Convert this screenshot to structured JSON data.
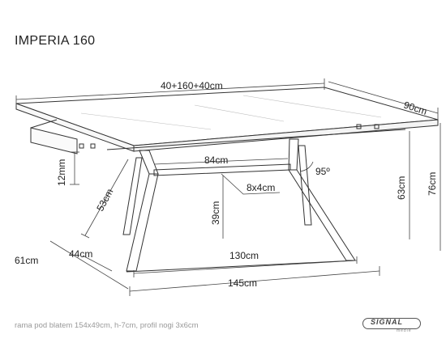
{
  "title": "IMPERIA 160",
  "footer": "rama pod blatem 154x49cm, h-7cm, profil nogi 3x6cm",
  "logo": {
    "text": "SIGNAL",
    "sub": "meble"
  },
  "dimensions": {
    "extended_length": "40+160+40cm",
    "depth": "90cm",
    "frame_width": "84cm",
    "angle": "95º",
    "profile": "8x4cm",
    "top_thickness": "12mm",
    "leg_length": "53cm",
    "frame_height": "39cm",
    "inner_height": "63cm",
    "total_height": "76cm",
    "base_depth": "61cm",
    "foot_depth": "44cm",
    "inner_base_length": "130cm",
    "base_length": "145cm"
  }
}
